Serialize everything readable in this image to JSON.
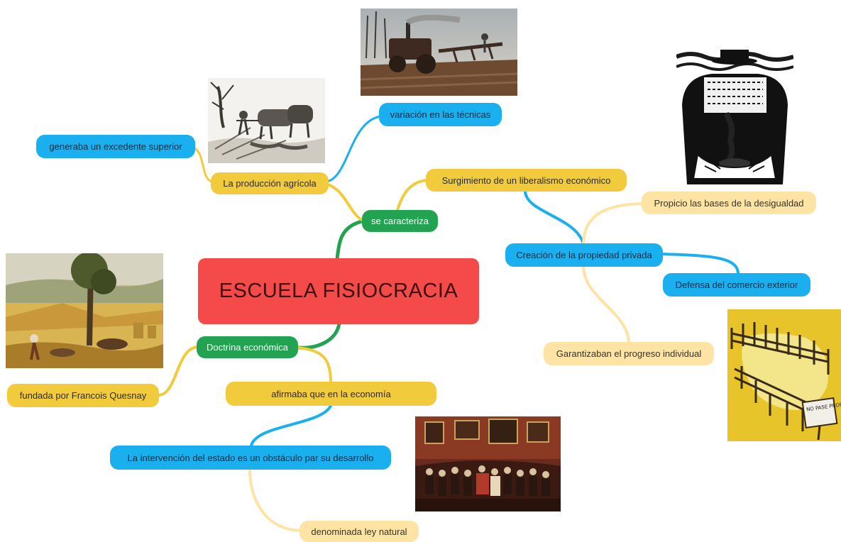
{
  "root": {
    "label": "ESCUELA FISIOCRACIA"
  },
  "nodes": {
    "se_caracteriza": "se caracteriza",
    "produccion_agricola": "La producción agrícola",
    "excedente": "generaba un excedente superior",
    "variacion_tecnicas": "variación en las técnicas",
    "liberalismo": "Surgimiento de un liberalismo económico",
    "propiedad_privada": "Creación de la propiedad privada",
    "desigualdad": "Propicio las bases de la desigualdad",
    "comercio_exterior": "Defensa del comercio exterior",
    "progreso_individual": "Garantizaban el progreso individual",
    "doctrina": "Doctrina económica",
    "quesnay": "fundada por Francois Quesnay",
    "afirmaba": "afirmaba que en la economía",
    "intervencion": "La intervención del estado es un obstáculo par su desarrollo",
    "ley_natural": "denominada ley natural"
  },
  "images": {
    "engraving_text": "NO PASE PROPIEDAD PRIVADA"
  },
  "colors": {
    "root": "#f44a4a",
    "green": "#22a352",
    "yellow": "#f2cb3c",
    "blue": "#1ab0f0",
    "peach": "#fde3a4"
  }
}
